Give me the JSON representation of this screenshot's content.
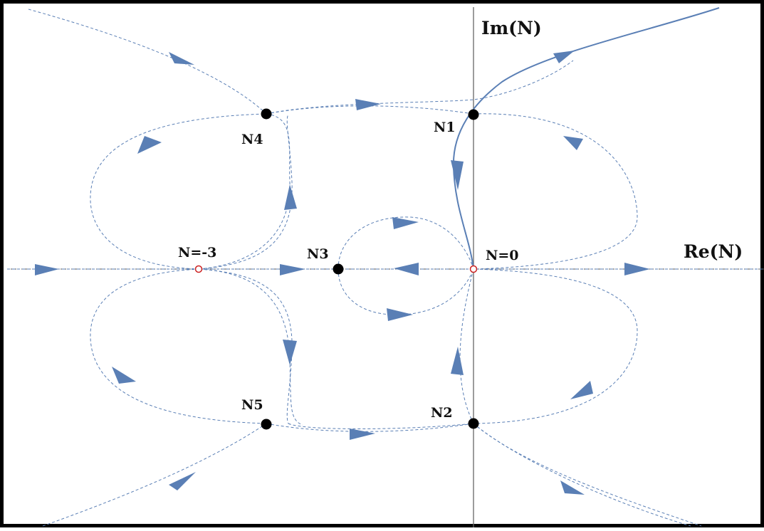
{
  "axes": {
    "real_label": "Re(N)",
    "imag_label": "Im(N)"
  },
  "points": [
    {
      "id": "N1",
      "label": "N1",
      "kind": "fixed-point"
    },
    {
      "id": "N2",
      "label": "N2",
      "kind": "fixed-point"
    },
    {
      "id": "N3",
      "label": "N3",
      "kind": "fixed-point"
    },
    {
      "id": "N4",
      "label": "N4",
      "kind": "fixed-point"
    },
    {
      "id": "N5",
      "label": "N5",
      "kind": "fixed-point"
    },
    {
      "id": "N0",
      "label": "N=0",
      "kind": "singular-point"
    },
    {
      "id": "Nm3",
      "label": "N=-3",
      "kind": "singular-point"
    }
  ],
  "colors": {
    "flow": "#5a7fb5",
    "axis": "#555555",
    "fixed_point": "#000000",
    "singular_point": "#cc2222",
    "frame": "#000000"
  }
}
